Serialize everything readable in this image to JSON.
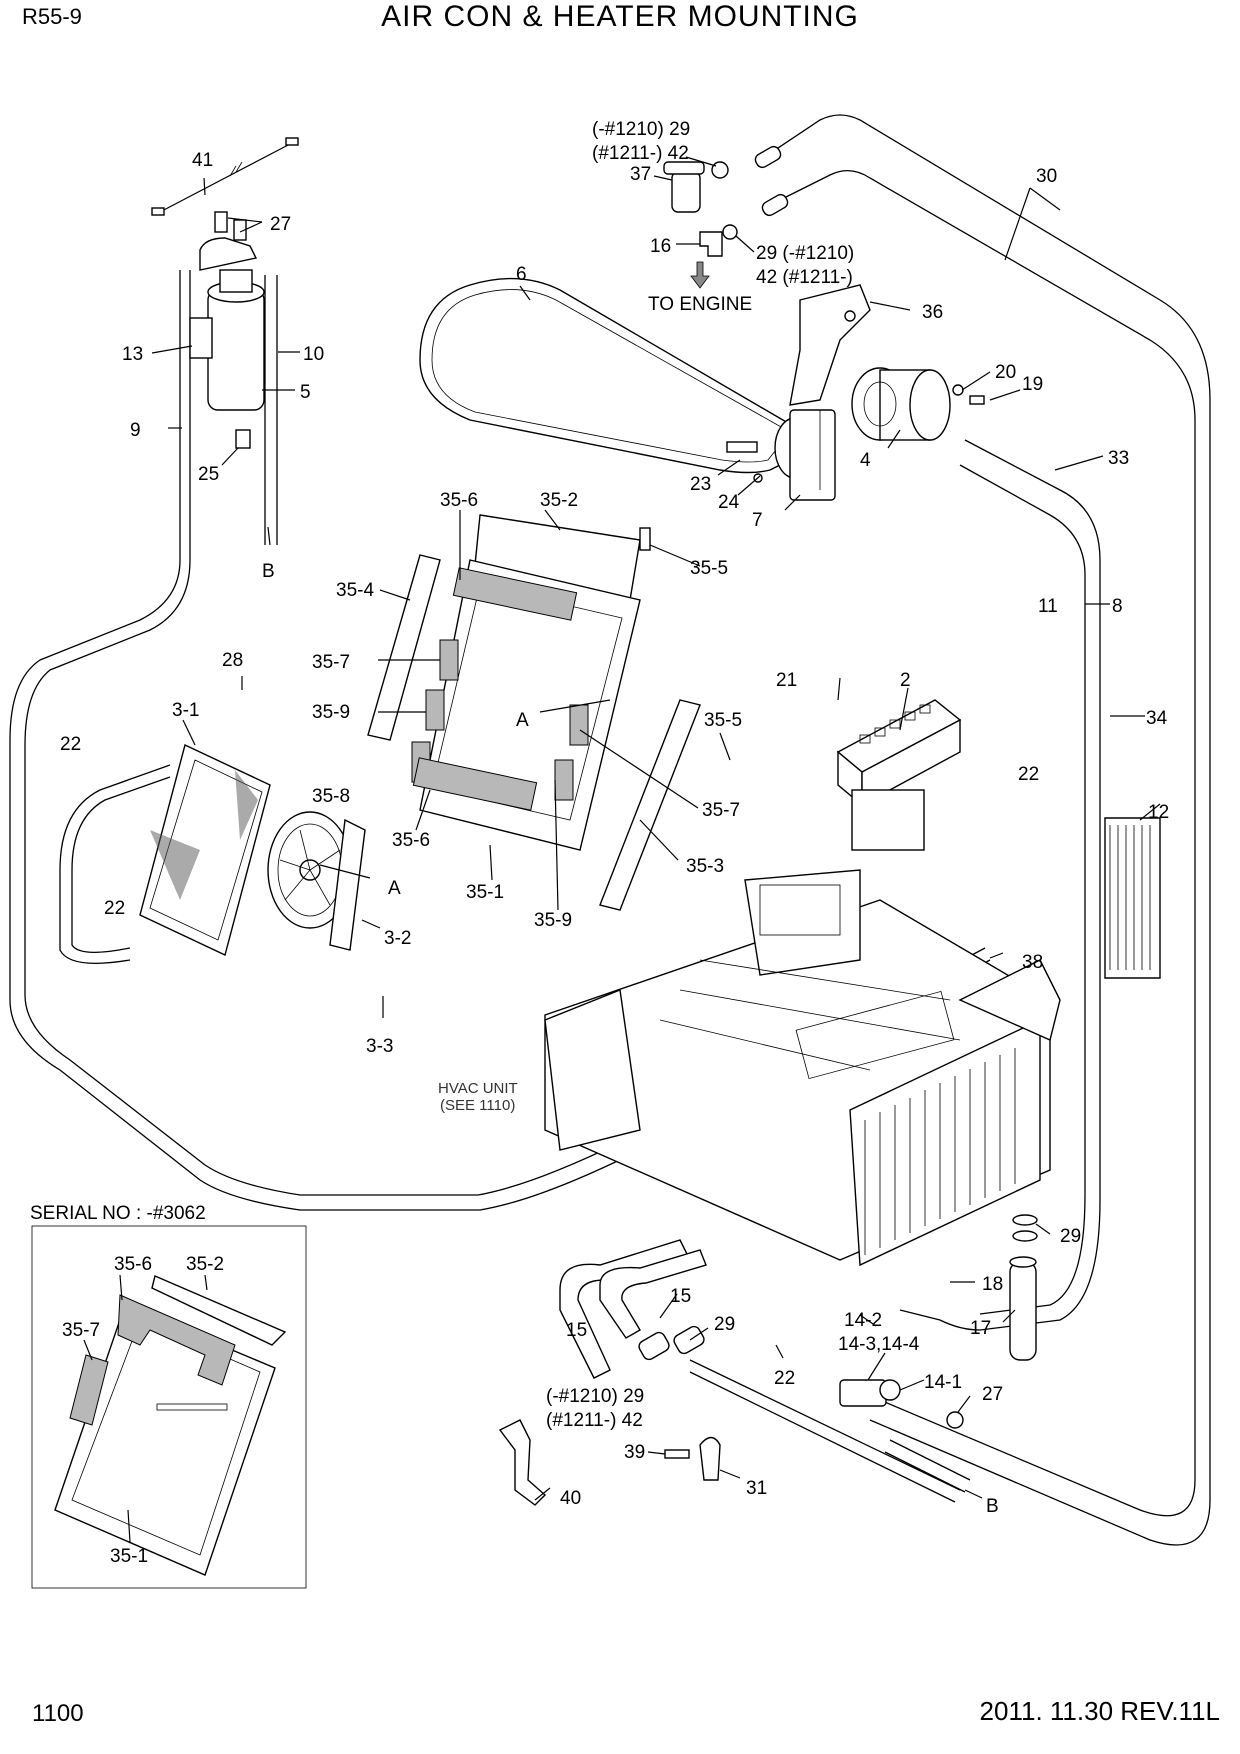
{
  "header": {
    "model": "R55-9",
    "title": "AIR CON & HEATER MOUNTING"
  },
  "footer": {
    "page_number": "1100",
    "revision": "2011. 11.30  REV.11L"
  },
  "notes": {
    "to_engine": "TO ENGINE",
    "hvac_line1": "HVAC UNIT",
    "hvac_line2": "(SEE 1110)",
    "serial": "SERIAL NO : -#3062"
  },
  "callouts": {
    "c41": "41",
    "c27a": "27",
    "c13": "13",
    "c10": "10",
    "c5": "5",
    "c9": "9",
    "c25": "25",
    "cBtop": "B",
    "c37": "37",
    "c29top": "(-#1210) 29",
    "c42top": "(#1211-) 42",
    "c16": "16",
    "c29mid": "29 (-#1210)",
    "c42mid": "42 (#1211-)",
    "c30": "30",
    "c6": "6",
    "c36": "36",
    "c20": "20",
    "c19": "19",
    "c4": "4",
    "c33": "33",
    "c23": "23",
    "c24": "24",
    "c7": "7",
    "c35_6a": "35-6",
    "c35_2": "35-2",
    "c35_5a": "35-5",
    "c35_4": "35-4",
    "c35_7a": "35-7",
    "c35_9a": "35-9",
    "cAa": "A",
    "c35_5b": "35-5",
    "c35_8": "35-8",
    "c35_7b": "35-7",
    "c35_6b": "35-6",
    "c35_1": "35-1",
    "c35_9b": "35-9",
    "c35_3": "35-3",
    "c11": "11",
    "c8": "8",
    "c21": "21",
    "c2": "2",
    "c34": "34",
    "c22a": "22",
    "c12": "12",
    "c28": "28",
    "c3_1": "3-1",
    "c22b": "22",
    "c22c": "22",
    "cAb": "A",
    "c3_2": "3-2",
    "c3_3": "3-3",
    "c38": "38",
    "c29b": "29",
    "c18": "18",
    "c17": "17",
    "c15a": "15",
    "c15b": "15",
    "c29c": "29",
    "c29bot": "(-#1210) 29",
    "c42bot": "(#1211-) 42",
    "c14_2": "14-2",
    "c14_34": "14-3,14-4",
    "c14_1": "14-1",
    "c22d": "22",
    "c27b": "27",
    "c39": "39",
    "c31": "31",
    "c40": "40",
    "cBbot": "B"
  },
  "inset": {
    "c35_6": "35-6",
    "c35_2": "35-2",
    "c35_7": "35-7",
    "c35_1": "35-1"
  }
}
